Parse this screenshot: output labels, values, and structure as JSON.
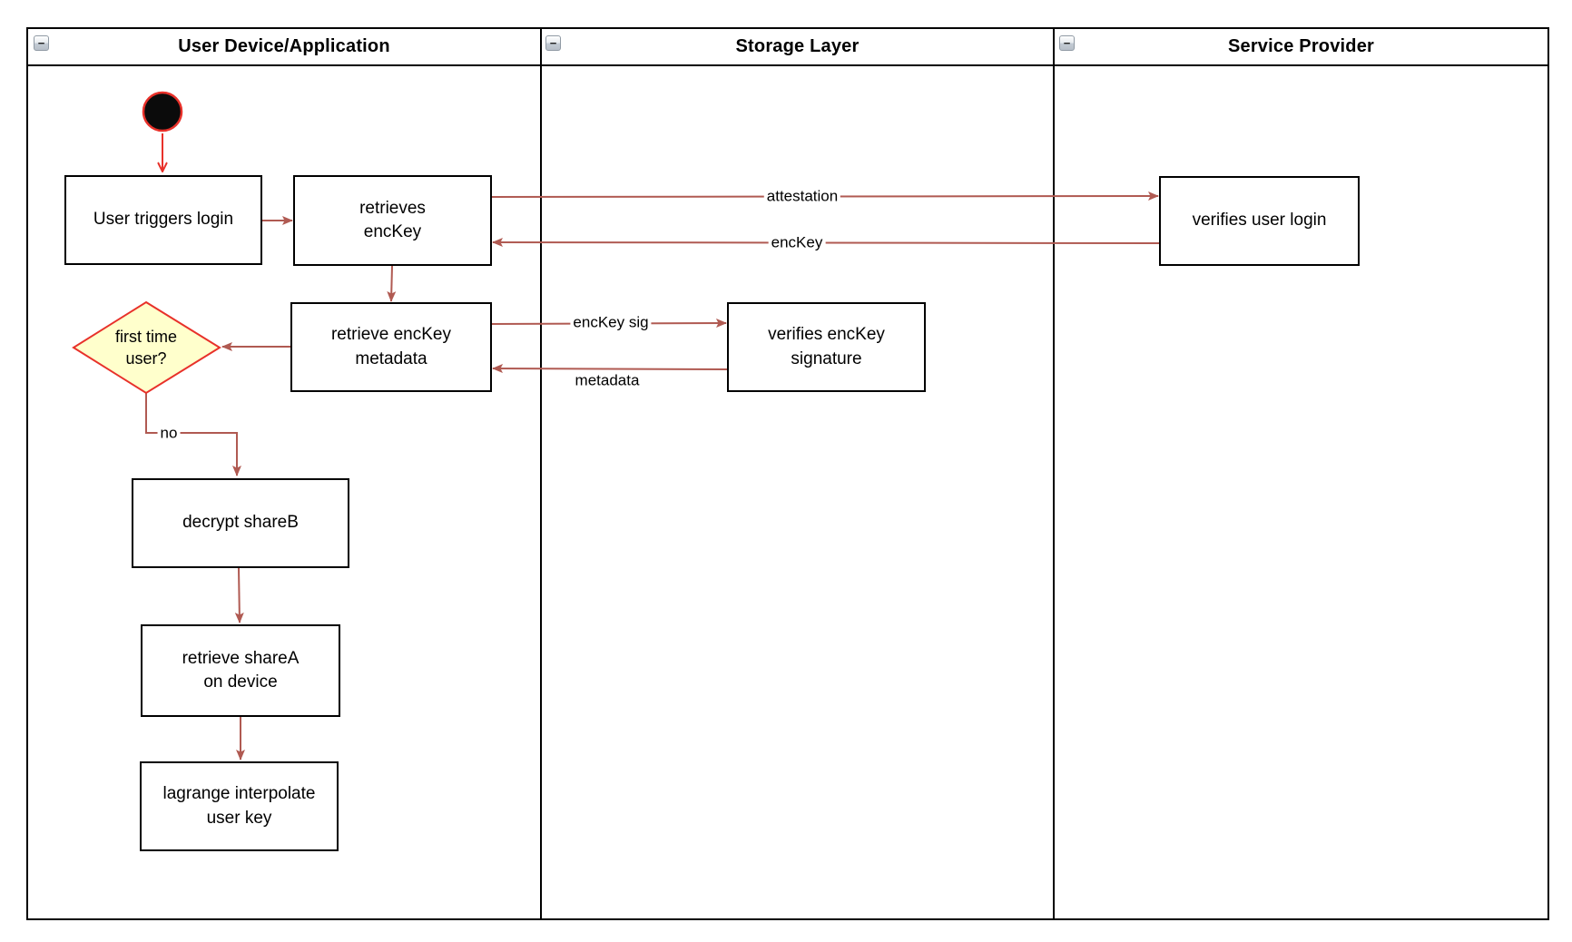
{
  "diagram": {
    "lanes": [
      {
        "title": "User Device/Application"
      },
      {
        "title": "Storage Layer"
      },
      {
        "title": "Service Provider"
      }
    ],
    "icons": {
      "collapse_glyph": "−"
    },
    "nodes": {
      "user_triggers_login": {
        "label": "User triggers login"
      },
      "retrieves_enckey": {
        "label": "retrieves\nencKey"
      },
      "verifies_user_login": {
        "label": "verifies user login"
      },
      "retrieve_enckey_metadata": {
        "label": "retrieve encKey\nmetadata"
      },
      "verifies_enckey_signature": {
        "label": "verifies encKey\nsignature"
      },
      "first_time_user": {
        "label": "first time\nuser?"
      },
      "decrypt_shareb": {
        "label": "decrypt shareB"
      },
      "retrieve_sharea_on_device": {
        "label": "retrieve shareA\non device"
      },
      "lagrange_interpolate_user_key": {
        "label": "lagrange interpolate\nuser key"
      }
    },
    "edge_labels": {
      "attestation": "attestation",
      "enckey": "encKey",
      "enckey_sig": "encKey sig",
      "metadata": "metadata",
      "no": "no"
    },
    "colors": {
      "edge_line": "#B05A52",
      "accent_red": "#E8312A",
      "decision_fill": "#FFFFCC",
      "node_border": "#000000"
    }
  }
}
